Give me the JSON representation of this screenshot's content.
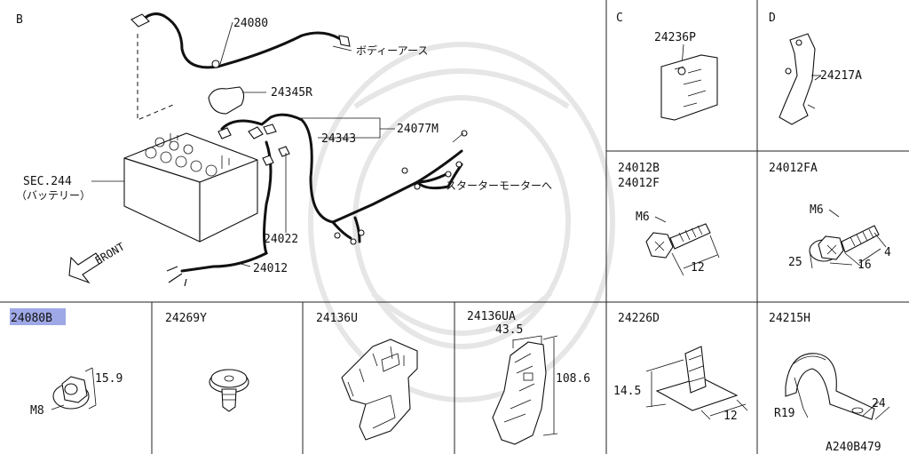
{
  "diagram_code": "A240B479",
  "panels": {
    "B": {
      "letter": "B",
      "labels": {
        "p24080": "24080",
        "body_earth": "ボディーアース",
        "p24345R": "24345R",
        "p24077M": "24077M",
        "p24343": "24343",
        "sec244": "SEC.244",
        "battery": "（バッテリー）",
        "starter": "スターターモーターへ",
        "front": "FRONT",
        "p24022": "24022",
        "p24012": "24012"
      }
    },
    "C": {
      "letter": "C",
      "part": "24236P"
    },
    "D": {
      "letter": "D",
      "part": "24217A"
    },
    "bolt_b": {
      "parts": [
        "24012B",
        "24012F"
      ],
      "thread": "M6",
      "length": "12"
    },
    "bolt_fa": {
      "part": "24012FA",
      "thread": "M6",
      "dims": [
        "25",
        "16",
        "4"
      ]
    },
    "nut": {
      "part": "24080B",
      "thread": "M8",
      "dim": "15.9"
    },
    "clip": {
      "part": "24269Y"
    },
    "bracket_u": {
      "part": "24136U"
    },
    "bracket_ua": {
      "part": "24136UA",
      "dims": [
        "43.5",
        "108.6"
      ]
    },
    "clip_d": {
      "part": "24226D",
      "dims": [
        "14.5",
        "12"
      ]
    },
    "clamp": {
      "part": "24215H",
      "dims": [
        "R19",
        "24"
      ]
    }
  },
  "colors": {
    "highlight": "#9fa8e6",
    "line": "#111111"
  }
}
